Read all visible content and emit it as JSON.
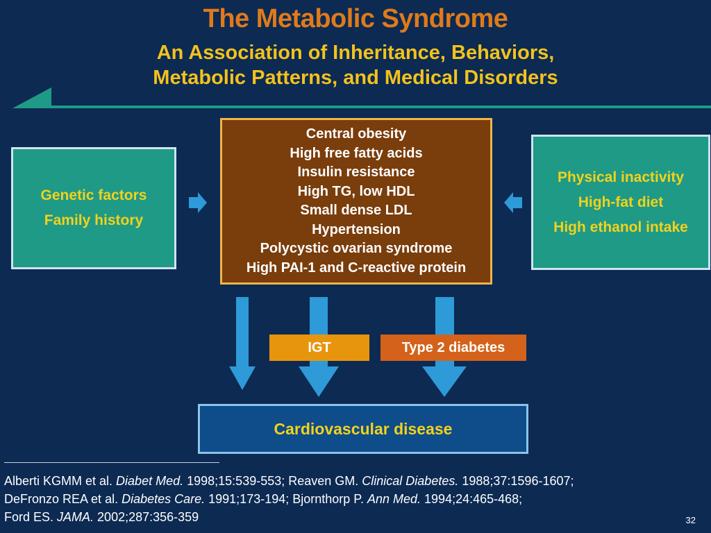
{
  "slide": {
    "title": "The Metabolic Syndrome",
    "subtitle_lines": [
      "An Association of Inheritance, Behaviors,",
      "Metabolic Patterns, and Medical Disorders"
    ],
    "left_box": [
      "Genetic factors",
      "Family history"
    ],
    "center_box": [
      "Central obesity",
      "High free fatty acids",
      "Insulin resistance",
      "High TG, low HDL",
      "Small dense LDL",
      "Hypertension",
      "Polycystic ovarian syndrome",
      "High PAI-1 and C-reactive protein"
    ],
    "right_box": [
      "Physical inactivity",
      "High-fat diet",
      "High ethanol intake"
    ],
    "igt_label": "IGT",
    "t2d_label": "Type 2 diabetes",
    "outcome_label": "Cardiovascular disease",
    "references": {
      "line1": {
        "a": "Alberti KGMM et al. ",
        "b": "Diabet Med.",
        "c": " 1998;15:539-553; Reaven GM. ",
        "d": "Clinical Diabetes.",
        "e": " 1988;37:1596-1607;"
      },
      "line2": {
        "a": "DeFronzo REA et al. ",
        "b": "Diabetes Care.",
        "c": " 1991;173-194; Bjornthorp P. ",
        "d": "Ann Med.",
        "e": " 1994;24:465-468;"
      },
      "line3": {
        "a": "Ford ES. ",
        "b": "JAMA.",
        "c": " 2002;287:356-359"
      }
    },
    "page_number": "32"
  },
  "colors": {
    "background": "#0c2a52",
    "title": "#e07a1a",
    "subtitle": "#f3c21c",
    "teal_box": "#1e9a86",
    "brown_box": "#7a3d0c",
    "igt_box": "#e8950e",
    "t2d_box": "#d4621a",
    "cvd_box": "#0e4c8a",
    "arrow_blue": "#2e9ad8"
  }
}
